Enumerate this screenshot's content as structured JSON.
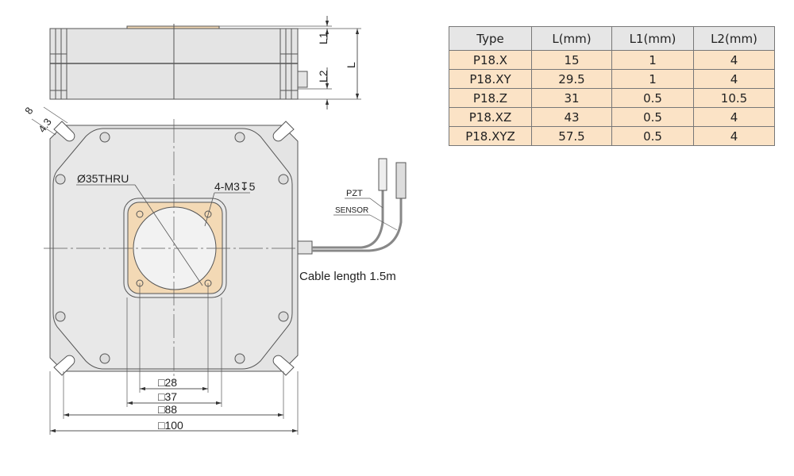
{
  "drawing": {
    "side_view_labels": {
      "l1": "L1",
      "l": "L",
      "l2": "L2"
    },
    "slot_dims": {
      "width": "8",
      "hole": "4.3"
    },
    "callouts": {
      "bore": "Ø35THRU",
      "thread": "4-M3↧5"
    },
    "cable": {
      "pzt": "PZT",
      "sensor": "SENSOR",
      "length": "Cable length 1.5m"
    },
    "bottom_dims": [
      "□28",
      "□37",
      "□88",
      "□100"
    ],
    "colors": {
      "plate": "#e4e4e4",
      "stage": "#f3d9b5",
      "line": "#555555"
    }
  },
  "table": {
    "headers": [
      "Type",
      "L(mm)",
      "L1(mm)",
      "L2(mm)"
    ],
    "rows": [
      [
        "P18.X",
        "15",
        "1",
        "4"
      ],
      [
        "P18.XY",
        "29.5",
        "1",
        "4"
      ],
      [
        "P18.Z",
        "31",
        "0.5",
        "10.5"
      ],
      [
        "P18.XZ",
        "43",
        "0.5",
        "4"
      ],
      [
        "P18.XYZ",
        "57.5",
        "0.5",
        "4"
      ]
    ]
  }
}
